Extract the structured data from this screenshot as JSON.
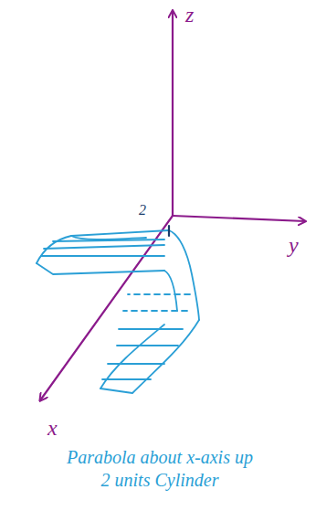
{
  "diagram": {
    "caption": "Parabola about x-axis up 2 units Cylinder",
    "labels": [
      "z",
      "y",
      "x",
      "2"
    ]
  }
}
